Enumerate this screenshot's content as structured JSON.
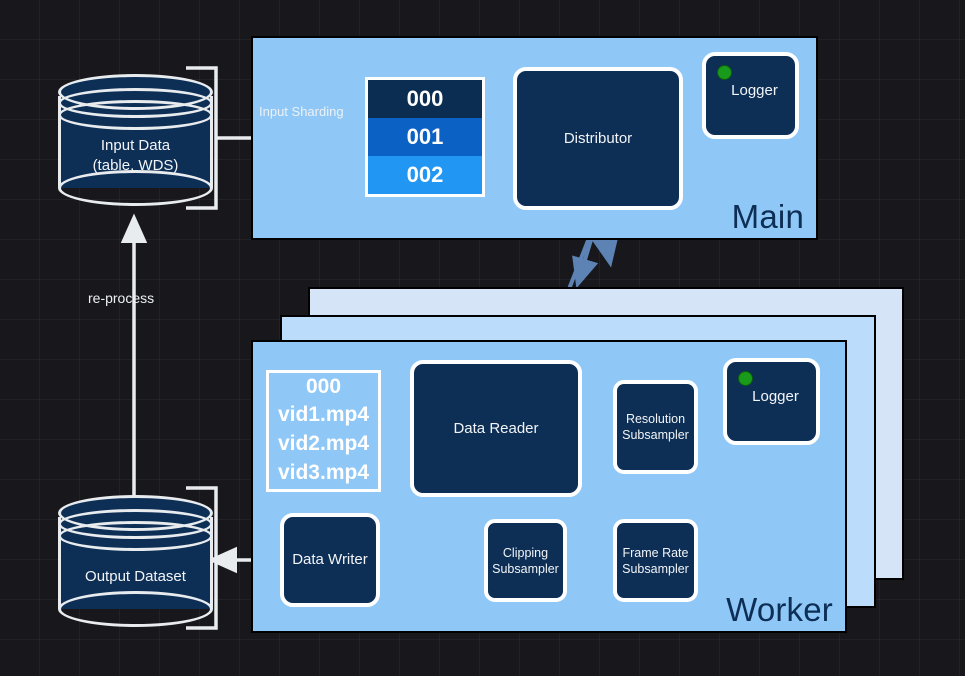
{
  "diagram": {
    "background_color": "#17171c",
    "panel_color": "#8fc7f7",
    "node_color": "#0d2f56",
    "accent_green": "#1a9a1a"
  },
  "main_group": {
    "title": "Main",
    "input_sharding_label": "Input Sharding",
    "shards": [
      "000",
      "001",
      "002"
    ],
    "shard_colors": [
      "#0c2d52",
      "#0b62c4",
      "#2196f3"
    ],
    "distributor": "Distributor",
    "logger": "Logger"
  },
  "worker_group": {
    "title": "Worker",
    "shard_header": "000",
    "shard_files": [
      "vid1.mp4",
      "vid2.mp4",
      "vid3.mp4"
    ],
    "data_reader": "Data Reader",
    "resolution_subsampler": "Resolution\nSubsampler",
    "resolution_subsampler_l1": "Resolution",
    "resolution_subsampler_l2": "Subsampler",
    "frame_rate_subsampler_l1": "Frame Rate",
    "frame_rate_subsampler_l2": "Subsampler",
    "clipping_subsampler_l1": "Clipping",
    "clipping_subsampler_l2": "Subsampler",
    "data_writer": "Data Writer",
    "logger": "Logger"
  },
  "datastores": {
    "input_line1": "Input Data",
    "input_line2": "(table, WDS)",
    "output": "Output Dataset"
  },
  "edges": {
    "reprocess": "re-process"
  }
}
